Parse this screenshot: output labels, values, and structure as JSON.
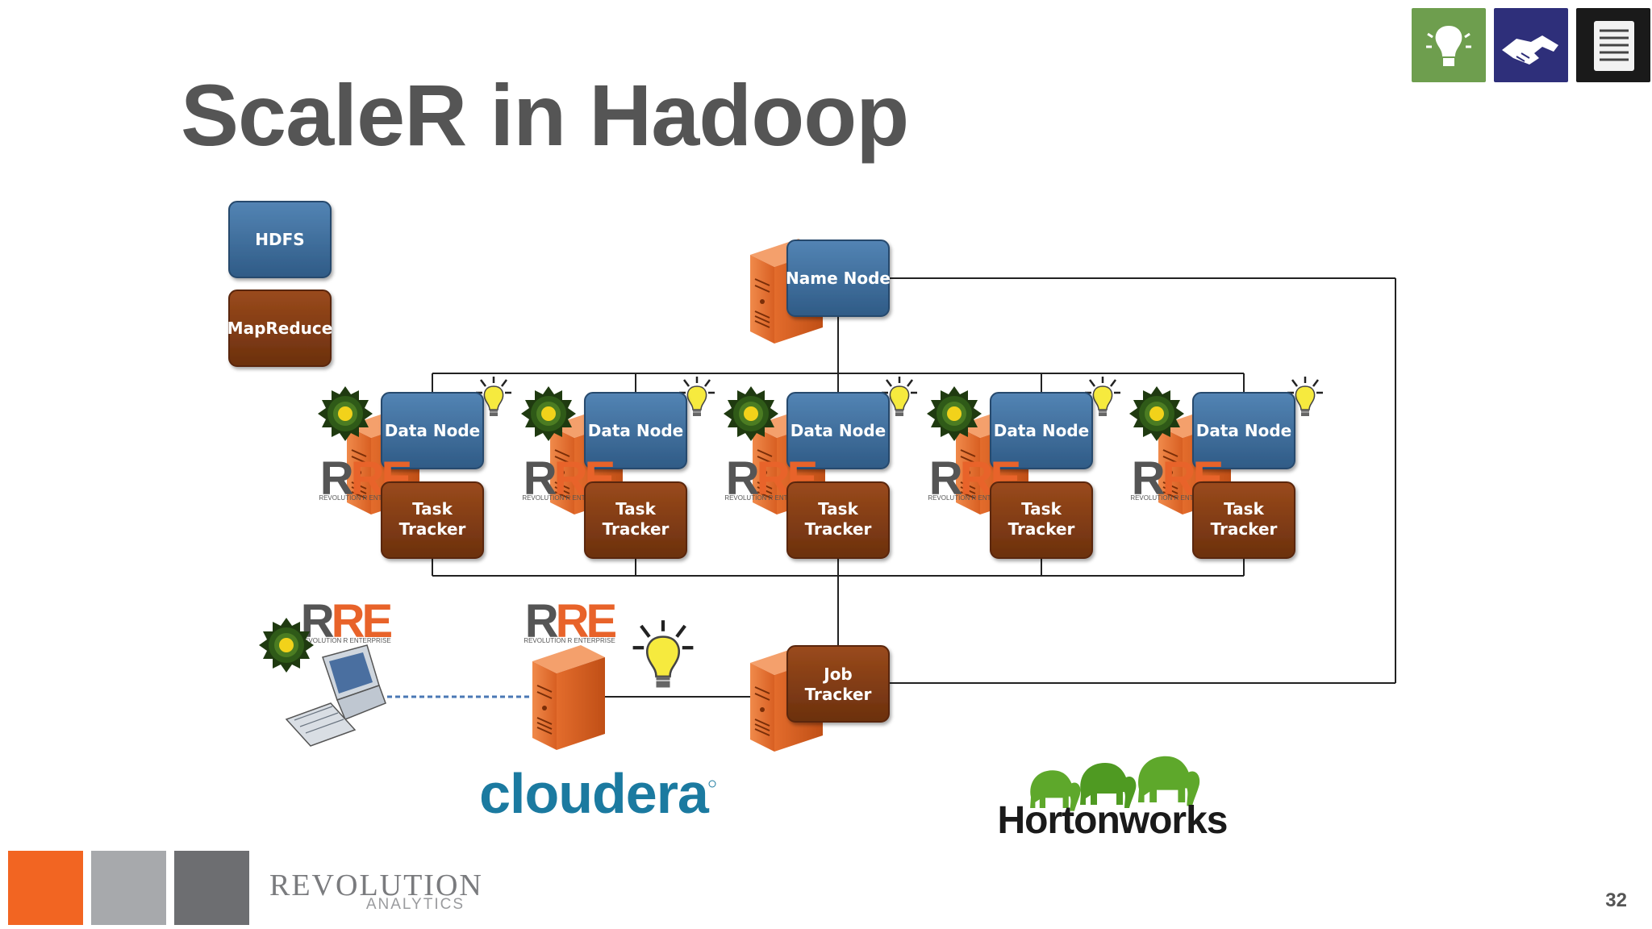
{
  "slide": {
    "title": "ScaleR in Hadoop",
    "page_number": "32"
  },
  "legend": {
    "hdfs": "HDFS",
    "mapreduce": "MapReduce"
  },
  "name_node": "Name Node",
  "job_tracker": [
    "Job",
    "Tracker"
  ],
  "nodes": [
    {
      "data_node": "Data Node",
      "task_tracker": [
        "Task",
        "Tracker"
      ]
    },
    {
      "data_node": "Data Node",
      "task_tracker": [
        "Task",
        "Tracker"
      ]
    },
    {
      "data_node": "Data Node",
      "task_tracker": [
        "Task",
        "Tracker"
      ]
    },
    {
      "data_node": "Data Node",
      "task_tracker": [
        "Task",
        "Tracker"
      ]
    },
    {
      "data_node": "Data Node",
      "task_tracker": [
        "Task",
        "Tracker"
      ]
    }
  ],
  "rre_logo": {
    "main": "RRE",
    "sub": "REVOLUTION R ENTERPRISE"
  },
  "vendors": {
    "cloudera": "cloudera",
    "hortonworks": "Hortonworks"
  },
  "footer": {
    "brand_main": "REVOLUTION",
    "brand_sub": "ANALYTICS"
  },
  "colors": {
    "hdfs_blue": "#3d6a96",
    "mapreduce_brown": "#7e3a12",
    "server_orange": "#e8733a",
    "rre_orange": "#e8632a",
    "cloudera_teal": "#1b7aa0",
    "hortonworks_green": "#5ea82b",
    "footer_orange": "#f26522",
    "footer_lightgray": "#a7a9ac",
    "footer_darkgray": "#6d6e71",
    "corner_green": "#6e9e4e",
    "corner_navy": "#2e2f7a",
    "corner_black": "#1a1a1a"
  }
}
